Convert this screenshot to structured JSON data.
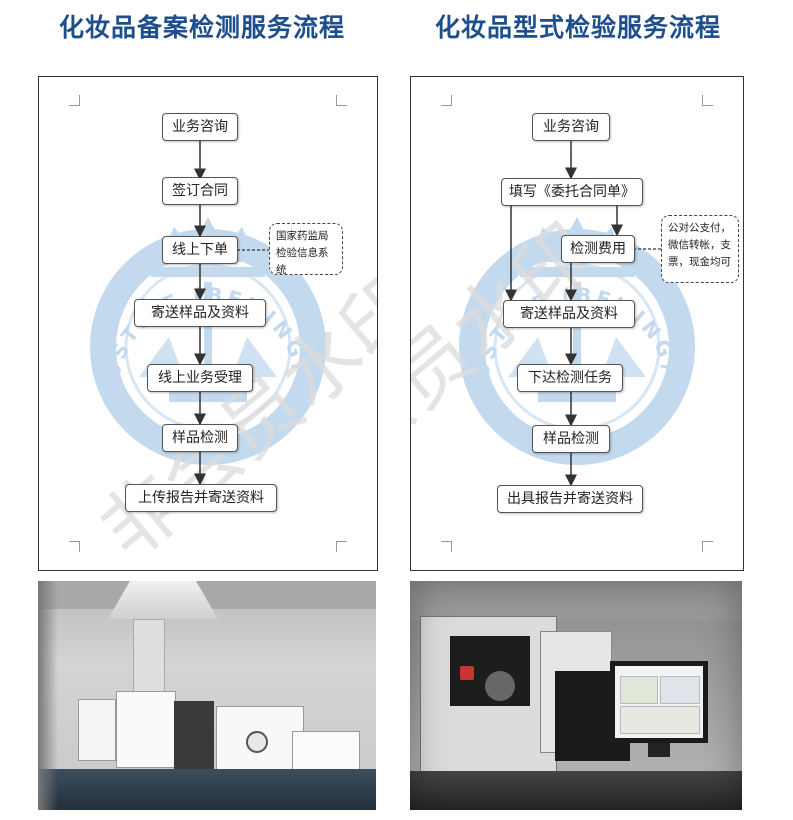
{
  "left": {
    "title": "化妆品备案检测服务流程",
    "steps": [
      "业务咨询",
      "签订合同",
      "线上下单",
      "寄送样品及资料",
      "线上业务受理",
      "样品检测",
      "上传报告并寄送资料"
    ],
    "note": "国家药监局检验信息系统"
  },
  "right": {
    "title": "化妆品型式检验服务流程",
    "steps": [
      "业务咨询",
      "填写《委托合同单》",
      "检测费用",
      "寄送样品及资料",
      "下达检测任务",
      "样品检测",
      "出具报告并寄送资料"
    ],
    "note": "公对公支付，微信转帐，支票，现金均可"
  },
  "watermark": {
    "text": "非会员水印",
    "ring_text": "JUSTICE (BEIJING) DETECTION",
    "color": "#c3d9ee"
  },
  "accent_color": "#1f4e8c"
}
